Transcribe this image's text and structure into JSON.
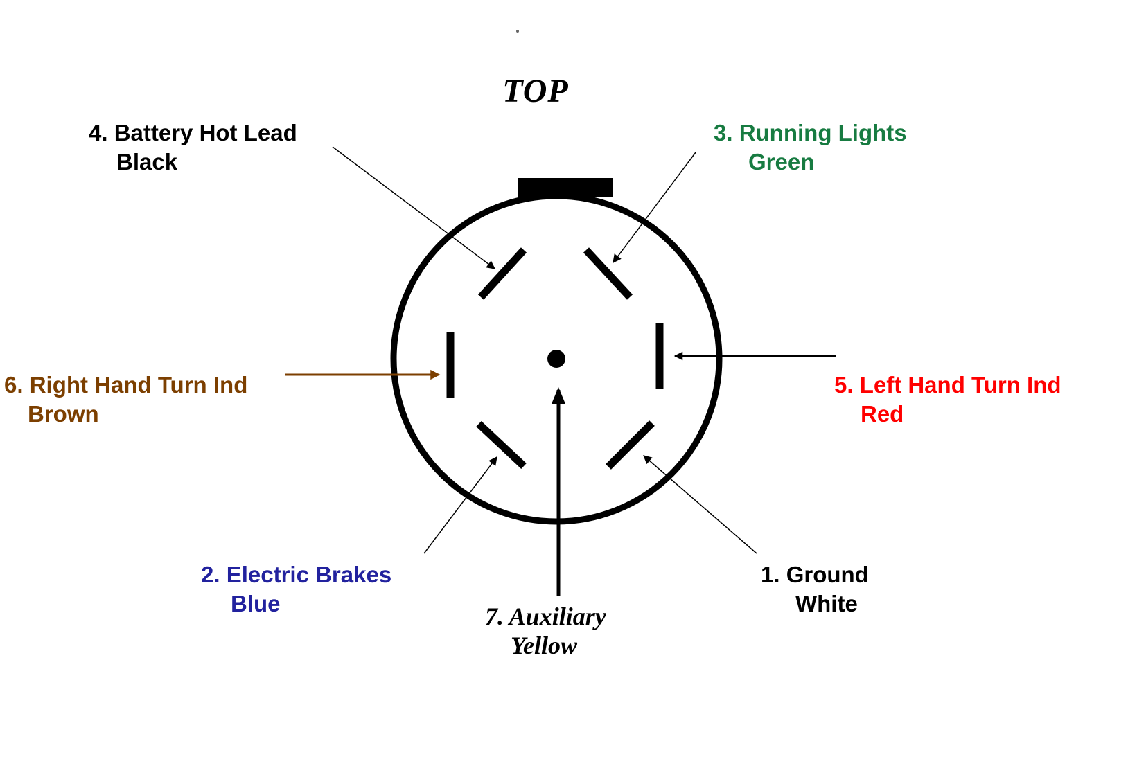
{
  "diagram": {
    "title": "TOP"
  },
  "colors": {
    "outline": "#000000",
    "arrow": "#000000"
  },
  "pins": {
    "p1": {
      "label": "1. Ground",
      "wire": "White",
      "color": "#000000"
    },
    "p2": {
      "label": "2. Electric Brakes",
      "wire": "Blue",
      "color": "#22229e"
    },
    "p3": {
      "label": "3.  Running Lights",
      "wire": "Green",
      "color": "#177b41"
    },
    "p4": {
      "label": "4. Battery Hot Lead",
      "wire": "Black",
      "color": "#000000"
    },
    "p5": {
      "label": "5. Left Hand Turn Ind",
      "wire": "Red",
      "color": "#ff0000"
    },
    "p6": {
      "label": "6. Right Hand Turn Ind",
      "wire": "Brown",
      "color": "#7c3f00"
    },
    "p7": {
      "label": "7. Auxiliary",
      "wire": "Yellow",
      "color": "#000000"
    }
  }
}
